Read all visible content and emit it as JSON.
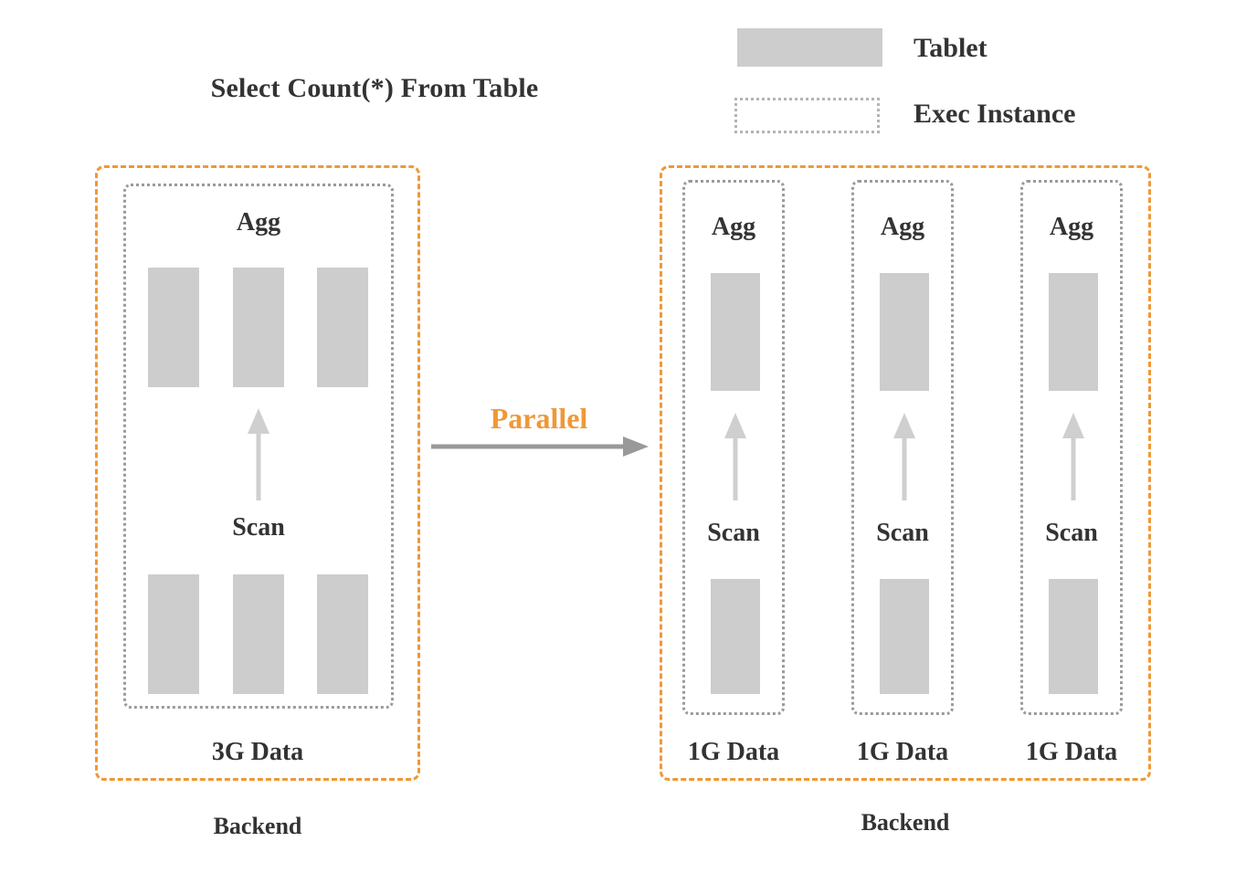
{
  "title": "Select Count(*) From Table",
  "colors": {
    "backend_border": "#ef9838",
    "exec_border": "#9a9a9a",
    "tablet_fill": "#cdcdcd",
    "text": "#333333",
    "accent": "#ef9838",
    "arrow": "#999999",
    "arrow_light": "#cfcfcf"
  },
  "legend": {
    "items": [
      {
        "label": "Tablet",
        "style": "filled"
      },
      {
        "label": "Exec Instance",
        "style": "dotted"
      }
    ]
  },
  "transition": {
    "label": "Parallel",
    "arrow": "arrow-right-icon"
  },
  "left_panel": {
    "backend_label": "Backend",
    "data_label": "3G Data",
    "exec_instances": [
      {
        "agg_label": "Agg",
        "scan_label": "Scan",
        "agg_tablets": 3,
        "scan_tablets": 3,
        "arrow": "arrow-up-icon"
      }
    ]
  },
  "right_panel": {
    "backend_label": "Backend",
    "exec_instances": [
      {
        "agg_label": "Agg",
        "scan_label": "Scan",
        "data_label": "1G Data",
        "agg_tablets": 1,
        "scan_tablets": 1,
        "arrow": "arrow-up-icon"
      },
      {
        "agg_label": "Agg",
        "scan_label": "Scan",
        "data_label": "1G Data",
        "agg_tablets": 1,
        "scan_tablets": 1,
        "arrow": "arrow-up-icon"
      },
      {
        "agg_label": "Agg",
        "scan_label": "Scan",
        "data_label": "1G Data",
        "agg_tablets": 1,
        "scan_tablets": 1,
        "arrow": "arrow-up-icon"
      }
    ]
  }
}
